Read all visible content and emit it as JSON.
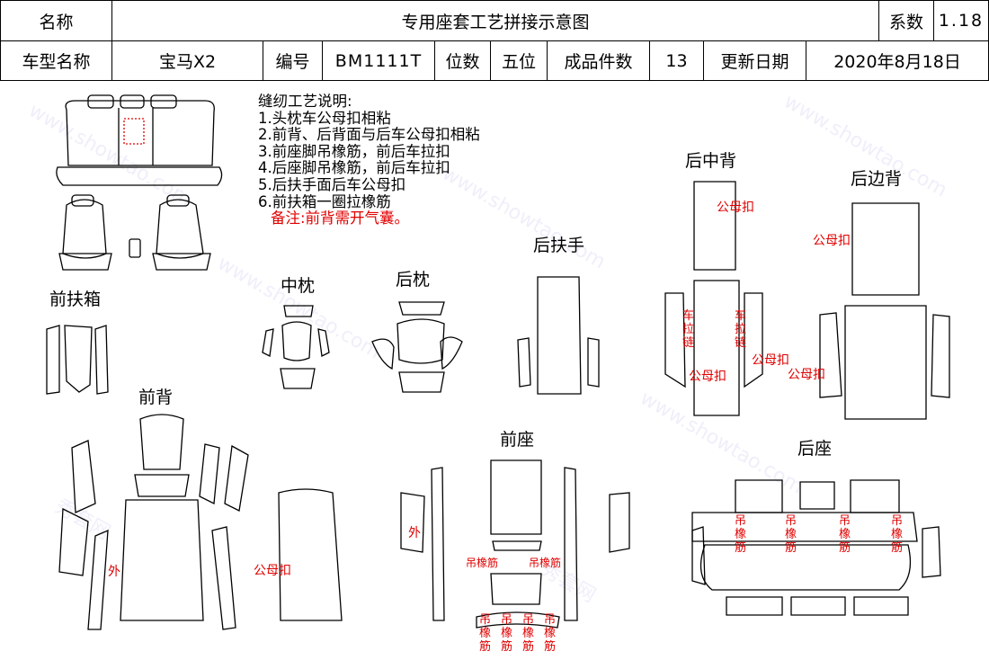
{
  "header": {
    "name_label": "名称",
    "title": "专用座套工艺拼接示意图",
    "coef_label": "系数",
    "coef_value": "1.18",
    "model_label": "车型名称",
    "model_value": "宝马X2",
    "code_label": "编号",
    "code_value": "BM1111T",
    "seats_label": "位数",
    "seats_value": "五位",
    "pieces_label": "成品件数",
    "pieces_value": "13",
    "date_label": "更新日期",
    "date_value": "2020年8月18日"
  },
  "notes": {
    "title": "缝纫工艺说明:",
    "items": [
      "1.头枕车公母扣相粘",
      "2.前背、后背面与后车公母扣相粘",
      "3.前座脚吊橡筋，前后车拉扣",
      "4.后座脚吊橡筋，前后车拉扣",
      "5.后扶手面后车公母扣",
      "6.前扶箱一圈拉橡筋"
    ],
    "remark": "备注:前背需开气囊。"
  },
  "sections": {
    "front_armrest_box": "前扶箱",
    "middle_pillow": "中枕",
    "rear_pillow": "后枕",
    "rear_armrest": "后扶手",
    "rear_middle_back": "后中背",
    "rear_side_back": "后边背",
    "front_back": "前背",
    "front_seat": "前座",
    "rear_seat": "后座"
  },
  "annotations": {
    "snap": "公母扣",
    "outer": "外",
    "zipper": "车拉链",
    "elastic": "吊橡筋"
  },
  "watermark": {
    "cn": "秀套网",
    "url": "www.showtao.com"
  },
  "colors": {
    "annotation": "#e00000",
    "line": "#000000"
  }
}
